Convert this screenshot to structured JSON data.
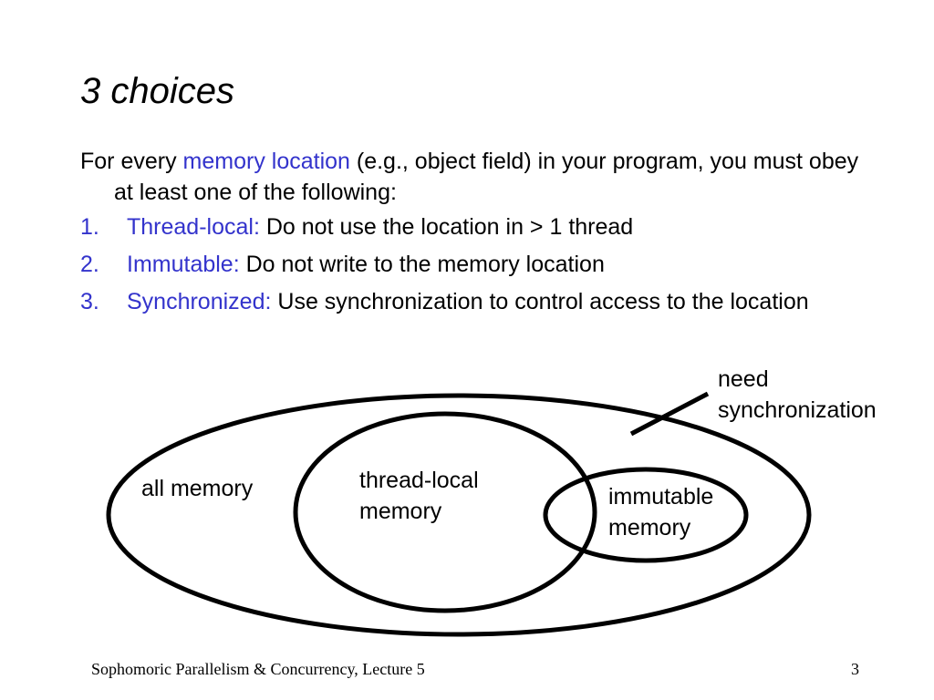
{
  "slide": {
    "title": "3 choices",
    "intro": {
      "before": "For every ",
      "highlight": "memory location",
      "after": " (e.g., object field) in your program, you must obey at least one of the following:"
    },
    "items": [
      {
        "number": "1.",
        "term": "Thread-local:",
        "text": " Do not use the location in > 1 thread"
      },
      {
        "number": "2.",
        "term": "Immutable:",
        "text": " Do not write to the memory location"
      },
      {
        "number": "3.",
        "term": "Synchronized:",
        "text": " Use synchronization to control access to the location"
      }
    ],
    "accent_color": "#3333cc"
  },
  "diagram": {
    "labels": {
      "all_memory": "all memory",
      "thread_local_line1": "thread-local",
      "thread_local_line2": "memory",
      "immutable_line1": "immutable",
      "immutable_line2": "memory",
      "need_sync_line1": "need",
      "need_sync_line2": "synchronization"
    }
  },
  "footer": {
    "text": "Sophomoric Parallelism & Concurrency, Lecture 5",
    "page": "3"
  }
}
